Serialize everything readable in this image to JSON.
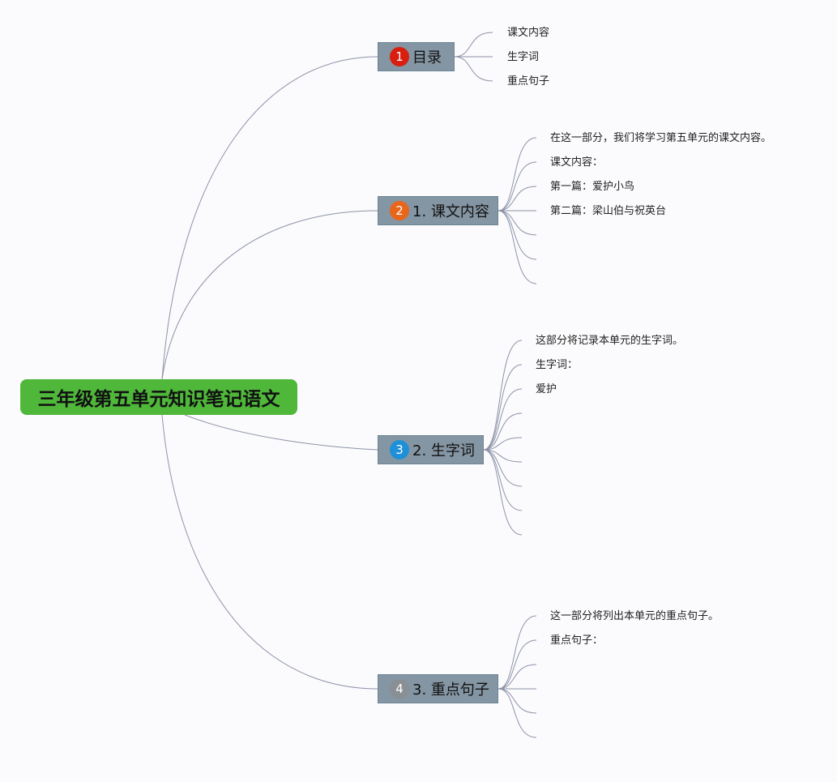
{
  "root": {
    "title": "三年级第五单元知识笔记语文",
    "color": "#4fb73a"
  },
  "branches": [
    {
      "id": "toc",
      "badge": "1",
      "badge_color": "#d91e0f",
      "label": "目录",
      "leaves": [
        "课文内容",
        "生字词",
        "重点句子"
      ],
      "empty_leaves": 0
    },
    {
      "id": "lessons",
      "badge": "2",
      "badge_color": "#e8651a",
      "label": "1. 课文内容",
      "leaves": [
        "在这一部分，我们将学习第五单元的课文内容。",
        "课文内容：",
        "第一篇：爱护小鸟",
        "第二篇：梁山伯与祝英台"
      ],
      "empty_leaves": 3
    },
    {
      "id": "vocab",
      "badge": "3",
      "badge_color": "#1e90d8",
      "label": "2. 生字词",
      "leaves": [
        "这部分将记录本单元的生字词。",
        "生字词：",
        "爱护"
      ],
      "empty_leaves": 6
    },
    {
      "id": "sentences",
      "badge": "4",
      "badge_color": "#8a8f94",
      "label": "3. 重点句子",
      "leaves": [
        "这一部分将列出本单元的重点句子。",
        "重点句子："
      ],
      "empty_leaves": 4
    }
  ],
  "colors": {
    "connector": "#8d93a8",
    "branch_fill": "#8495a3"
  }
}
